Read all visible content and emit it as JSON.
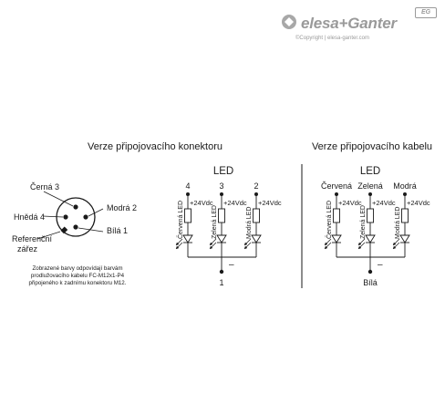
{
  "brand": {
    "name": "elesa+Ganter",
    "badge": "EG",
    "copyright": "©Copyright | elesa-ganter.com"
  },
  "connector_section": {
    "title": "Verze připojovacího konektoru",
    "pins": {
      "cerna3": "Černá 3",
      "modra2": "Modrá 2",
      "hneda4": "Hnědá 4",
      "bila1": "Bílá 1",
      "ref": "Referenční",
      "zarez": "zářez"
    },
    "note": [
      "Zobrazené barvy odpovídají barvám",
      "prodlužovacího kabelu FC-M12x1-P4",
      "připojeného k zadnímu konektoru M12."
    ],
    "led_label": "LED",
    "columns": [
      "4",
      "3",
      "2"
    ],
    "supply": "+24Vdc",
    "led_names": [
      "Červená LED",
      "Zelená LED",
      "Modrá LED"
    ],
    "minus": "–",
    "ground": "1"
  },
  "cable_section": {
    "title": "Verze připojovacího kabelu",
    "led_label": "LED",
    "columns": [
      "Červená",
      "Zelená",
      "Modrá"
    ],
    "supply": "+24Vdc",
    "led_names": [
      "Červená LED",
      "Zelená LED",
      "Modrá LED"
    ],
    "minus": "–",
    "ground": "Bílá"
  }
}
